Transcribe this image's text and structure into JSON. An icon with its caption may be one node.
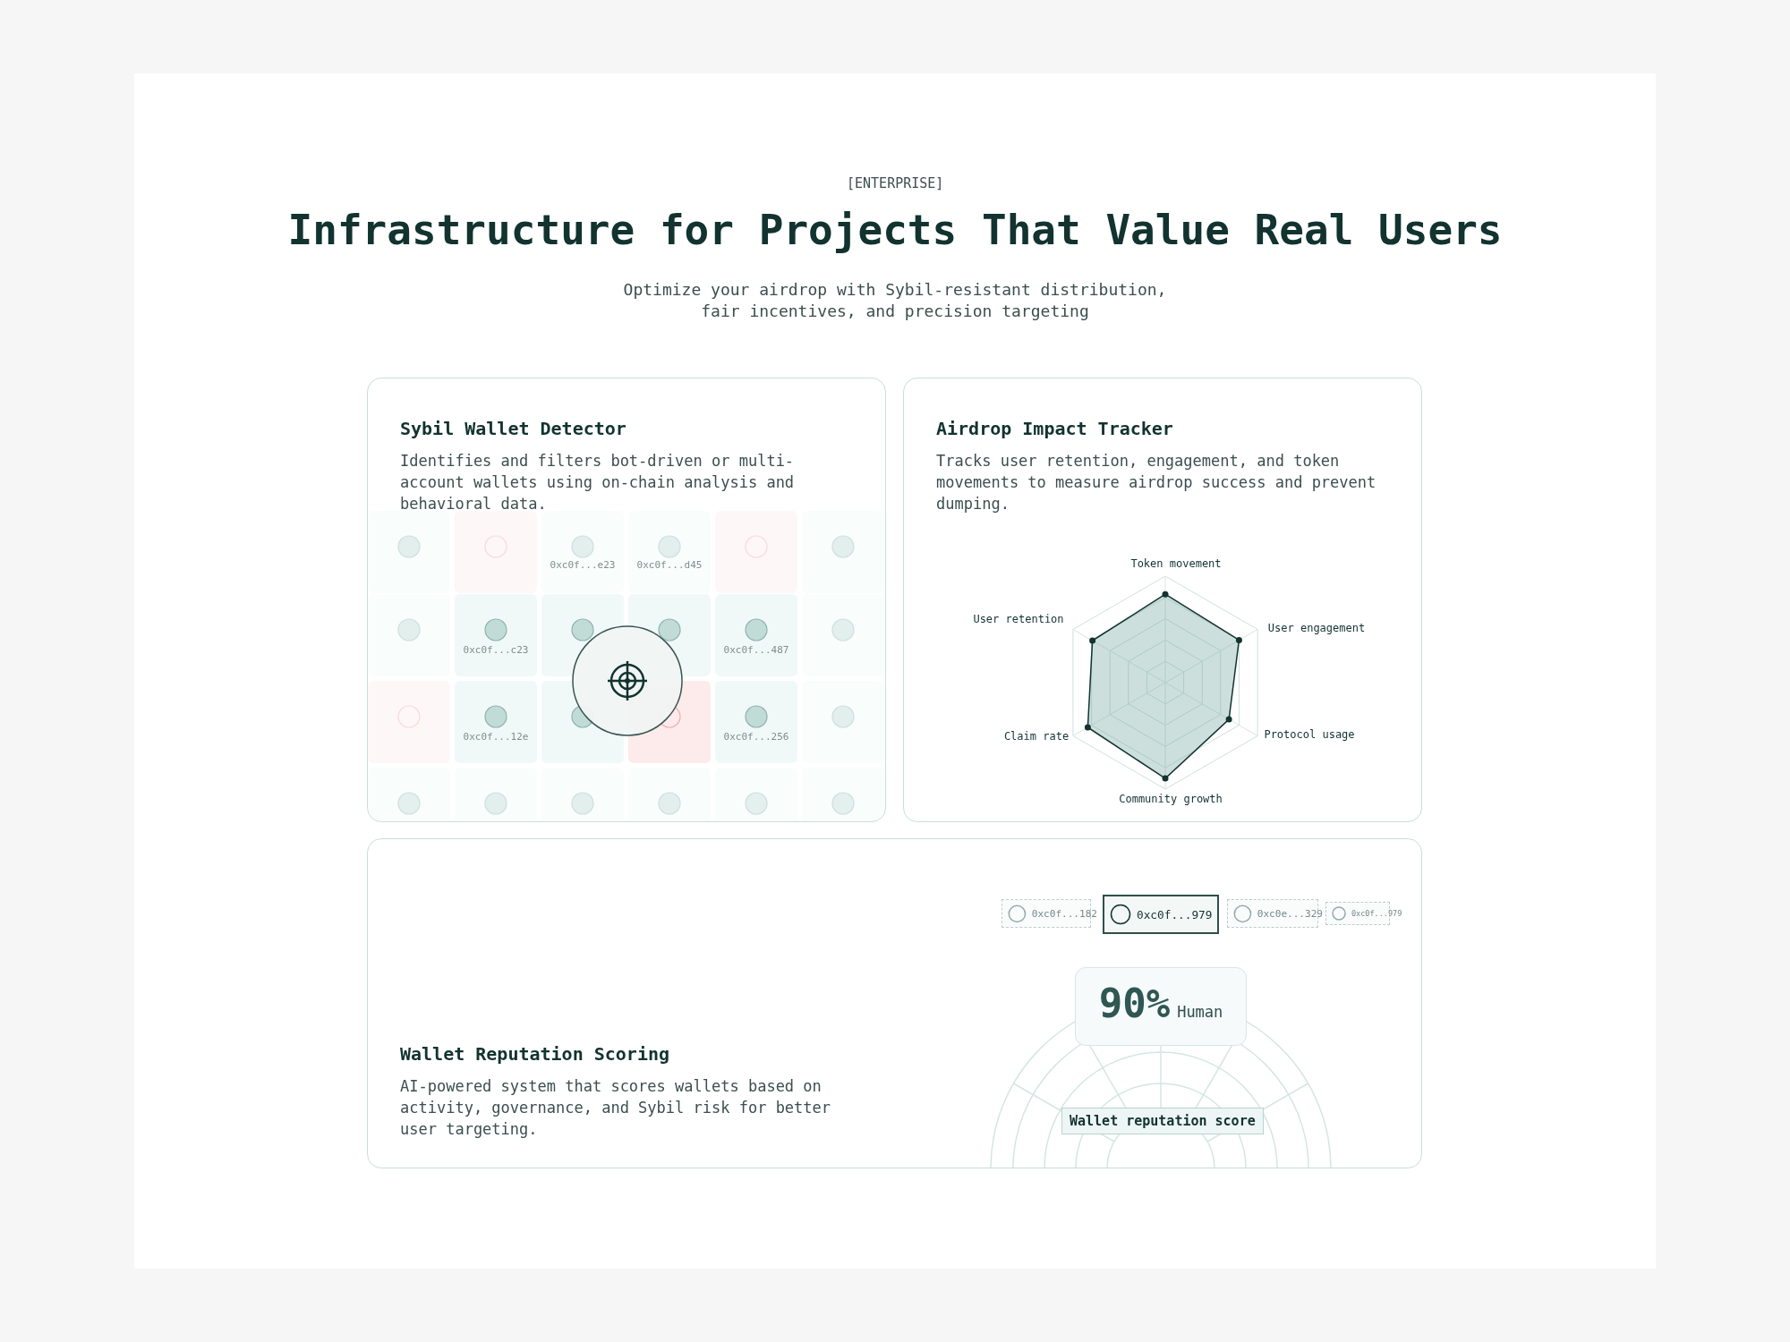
{
  "diagram": {
    "title": "Infrastructure for Projects That Value Real Users",
    "nodes": [
      {
        "text": [
          "Sybil Wallet Detector",
          "Identifies and filters bot-driven or multi-account wallets using on-chain analysis and behavioral data."
        ]
      },
      {
        "text": [
          "Airdrop Impact Tracker",
          "Tracks user retention, engagement, and token movements to measure airdrop success and prevent dumping."
        ]
      },
      {
        "text": [
          "Wallet Reputation Scoring",
          "AI-powered system that scores wallets based on activity, governance, and Sybil risk for better user targeting."
        ]
      }
    ],
    "edges": [],
    "labels": [
      "[ENTERPRISE]",
      "Optimize your airdrop with Sybil-resistant distribution, fair incentives, and precision targeting",
      "0xc0f...e23",
      "0xc0f...d45",
      "0xc0f...c23",
      "0xc0f...487",
      "0xc0f...12e",
      "0xc0f...256",
      "Token movement",
      "User retention",
      "User engagement",
      "Claim rate",
      "Protocol usage",
      "Community growth",
      "0xc0f...182",
      "0xc0f...979",
      "0xc0e...329",
      "0xc0f...979",
      "90%",
      "Human",
      "Wallet reputation score"
    ]
  }
}
